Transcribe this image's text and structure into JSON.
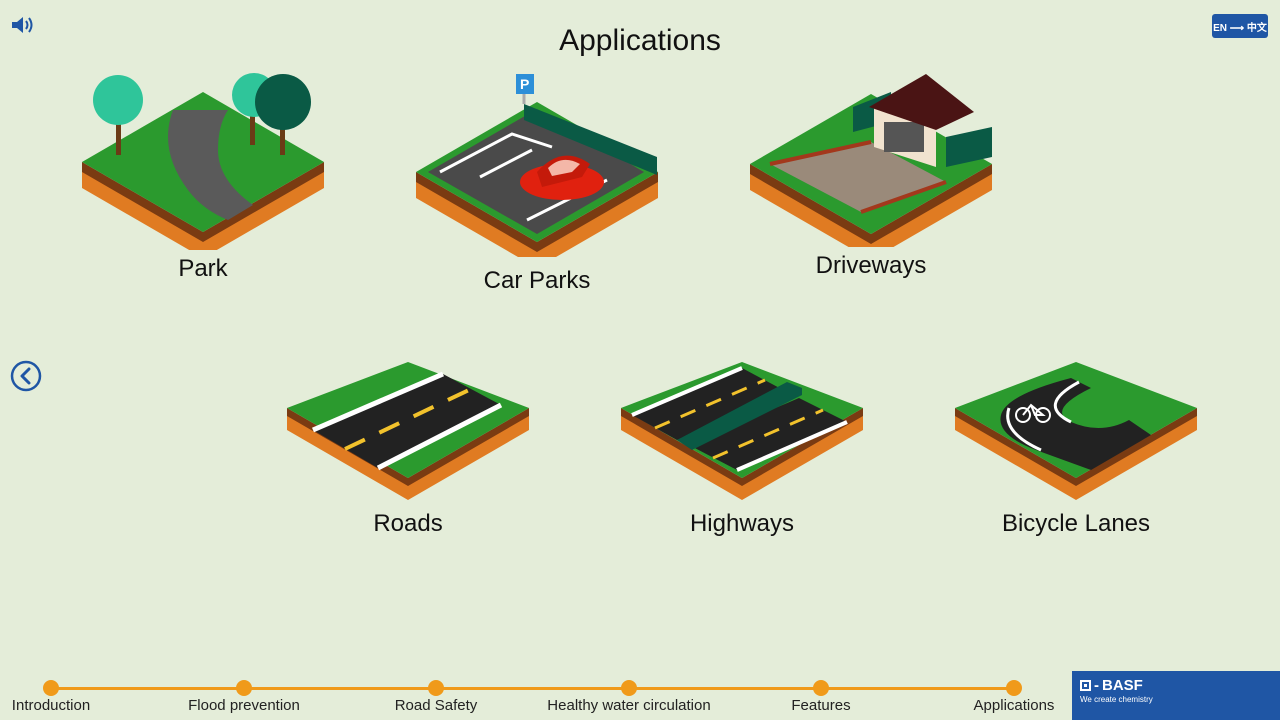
{
  "header": {
    "title": "Applications",
    "lang_toggle": "EN ⟶ 中文"
  },
  "icons": {
    "sound": "speaker-icon",
    "back": "chevron-left-circle-icon"
  },
  "applications": [
    {
      "label": "Park"
    },
    {
      "label": "Car Parks"
    },
    {
      "label": "Driveways"
    },
    {
      "label": "Roads"
    },
    {
      "label": "Highways"
    },
    {
      "label": "Bicycle Lanes"
    }
  ],
  "timeline": [
    {
      "label": "Introduction"
    },
    {
      "label": "Flood prevention"
    },
    {
      "label": "Road Safety"
    },
    {
      "label": "Healthy water circulation"
    },
    {
      "label": "Features"
    },
    {
      "label": "Applications"
    }
  ],
  "brand": {
    "name": "BASF",
    "tagline": "We create chemistry"
  },
  "colors": {
    "background": "#e4edd9",
    "accent": "#f09a1a",
    "brand_blue": "#1f56a5",
    "grass": "#2b9a2e",
    "soil": "#e07b22"
  }
}
